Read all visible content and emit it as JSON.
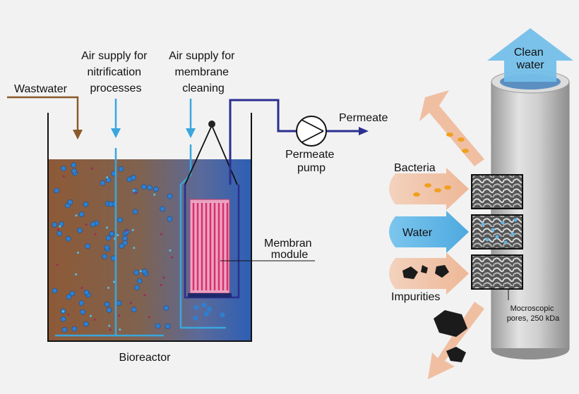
{
  "labels": {
    "wastewater": "Wastwater",
    "air_nitrification": [
      "Air supply for",
      "nitrification",
      "processes"
    ],
    "air_membrane": [
      "Air supply for",
      "membrane",
      "cleaning"
    ],
    "permeate": "Permeate",
    "permeate_pump": [
      "Permeate",
      "pump"
    ],
    "membrane_module": [
      "Membran",
      "module"
    ],
    "bioreactor": "Bioreactor",
    "clean_water": [
      "Clean",
      "water"
    ],
    "bacteria": "Bacteria",
    "water": "Water",
    "impurities": "Impurities",
    "pores": [
      "Mocroscopic",
      "pores, 250 kDa"
    ]
  },
  "colors": {
    "sludge": "#8a5a3a",
    "tank_blue": "#2f63b8",
    "wastewater_arrow": "#8b5a2b",
    "air_arrow": "#3aa6dd",
    "permeate_line": "#2b2f8f",
    "membrane_pink": "#e0407a",
    "clean_arrow": "#5fb6e6",
    "bacteria_arrow": "#f4c7a8",
    "water_arrow": "#5fb6e6",
    "cylinder": "#b8b8b8"
  },
  "icons": [
    "pump-icon",
    "membrane-module-icon",
    "cylinder-icon"
  ]
}
